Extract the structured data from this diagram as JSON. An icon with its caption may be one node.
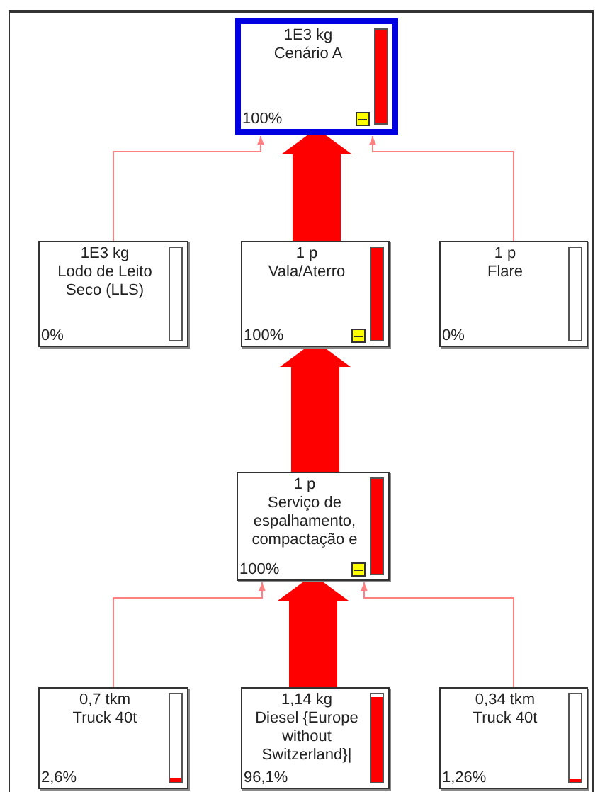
{
  "diagram": {
    "nodes": [
      {
        "text": [
          "1E3 kg",
          "Cenário A",
          "100%"
        ]
      },
      {
        "text": [
          "1E3 kg",
          "Lodo de Leito Seco (LLS)",
          "0%"
        ]
      },
      {
        "text": [
          "1 p",
          "Vala/Aterro",
          "100%"
        ]
      },
      {
        "text": [
          "1 p",
          "Flare",
          "0%"
        ]
      },
      {
        "text": [
          "1 p",
          "Serviço de espalhamento, compactação e",
          "100%"
        ]
      },
      {
        "text": [
          "0,7 tkm",
          "Truck 40t",
          "2,6%"
        ]
      },
      {
        "text": [
          "1,14 kg",
          "Diesel {Europe without Switzerland}|",
          "96,1%"
        ]
      },
      {
        "text": [
          "0,34 tkm",
          "Truck 40t",
          "1,26%"
        ]
      }
    ],
    "edges": [
      {
        "from": 1,
        "to": 0,
        "arrow": "to"
      },
      {
        "from": 2,
        "to": 0,
        "arrow": "to",
        "style": "thick",
        "color": "#ff0000"
      },
      {
        "from": 3,
        "to": 0,
        "arrow": "to"
      },
      {
        "from": 4,
        "to": 2,
        "arrow": "to",
        "style": "thick",
        "color": "#ff0000"
      },
      {
        "from": 5,
        "to": 4,
        "arrow": "to"
      },
      {
        "from": 6,
        "to": 4,
        "arrow": "to",
        "style": "thick",
        "color": "#ff0000"
      },
      {
        "from": 7,
        "to": 4,
        "arrow": "to"
      }
    ]
  }
}
